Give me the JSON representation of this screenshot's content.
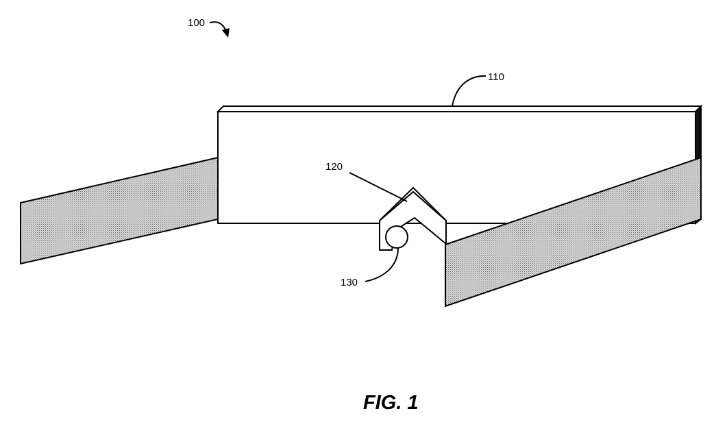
{
  "figure": {
    "caption": "FIG. 1",
    "labels": {
      "assembly": "100",
      "bar": "110",
      "bracket": "120",
      "pin": "130"
    },
    "colors": {
      "line": "#000000",
      "strap_fill": "#b3b3b3",
      "background": "#ffffff"
    }
  }
}
